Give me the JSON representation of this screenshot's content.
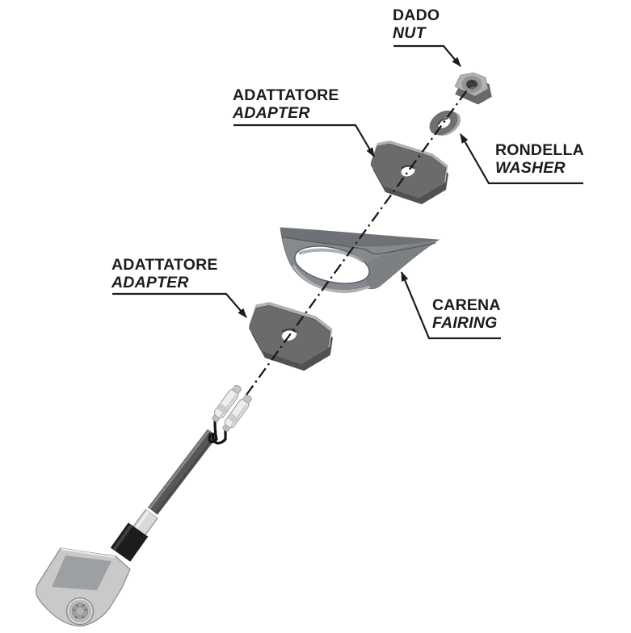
{
  "figure": {
    "background": "#ffffff",
    "line_color": "#1c1c1c",
    "labels": {
      "dado": {
        "it": "DADO",
        "en": "NUT"
      },
      "adattatore_upper": {
        "it": "ADATTATORE",
        "en": "ADAPTER"
      },
      "rondella": {
        "it": "RONDELLA",
        "en": "WASHER"
      },
      "carena": {
        "it": "CARENA",
        "en": "FAIRING"
      },
      "adattatore_lower": {
        "it": "ADATTATORE",
        "en": "ADAPTER"
      }
    },
    "colors": {
      "plate_top": "#6b6b6b",
      "plate_bevel": "#b1b1b1",
      "plate_shadow": "#515151",
      "fairing_main": "#868a8e",
      "fairing_band": "#6e7276",
      "nut_top": "#b2b2b2",
      "washer": "#707070",
      "body_shell": "#c9c9c9",
      "rubber_collar": "#1c1c1c",
      "stem_shaft": "#575757",
      "connector": "#ededed"
    }
  }
}
